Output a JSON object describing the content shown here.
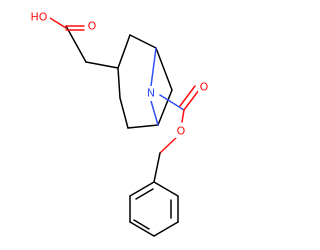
{
  "structure": {
    "labels": {
      "acid_oh": "HO",
      "acid_carbonyl_o": "O",
      "bridge_n": "N",
      "ester_carbonyl_o": "O",
      "ester_o": "O"
    },
    "colors": {
      "bond": "#000000",
      "oxygen": "#ff0d0d",
      "nitrogen": "#3050f8",
      "background": "#ffffff"
    }
  }
}
